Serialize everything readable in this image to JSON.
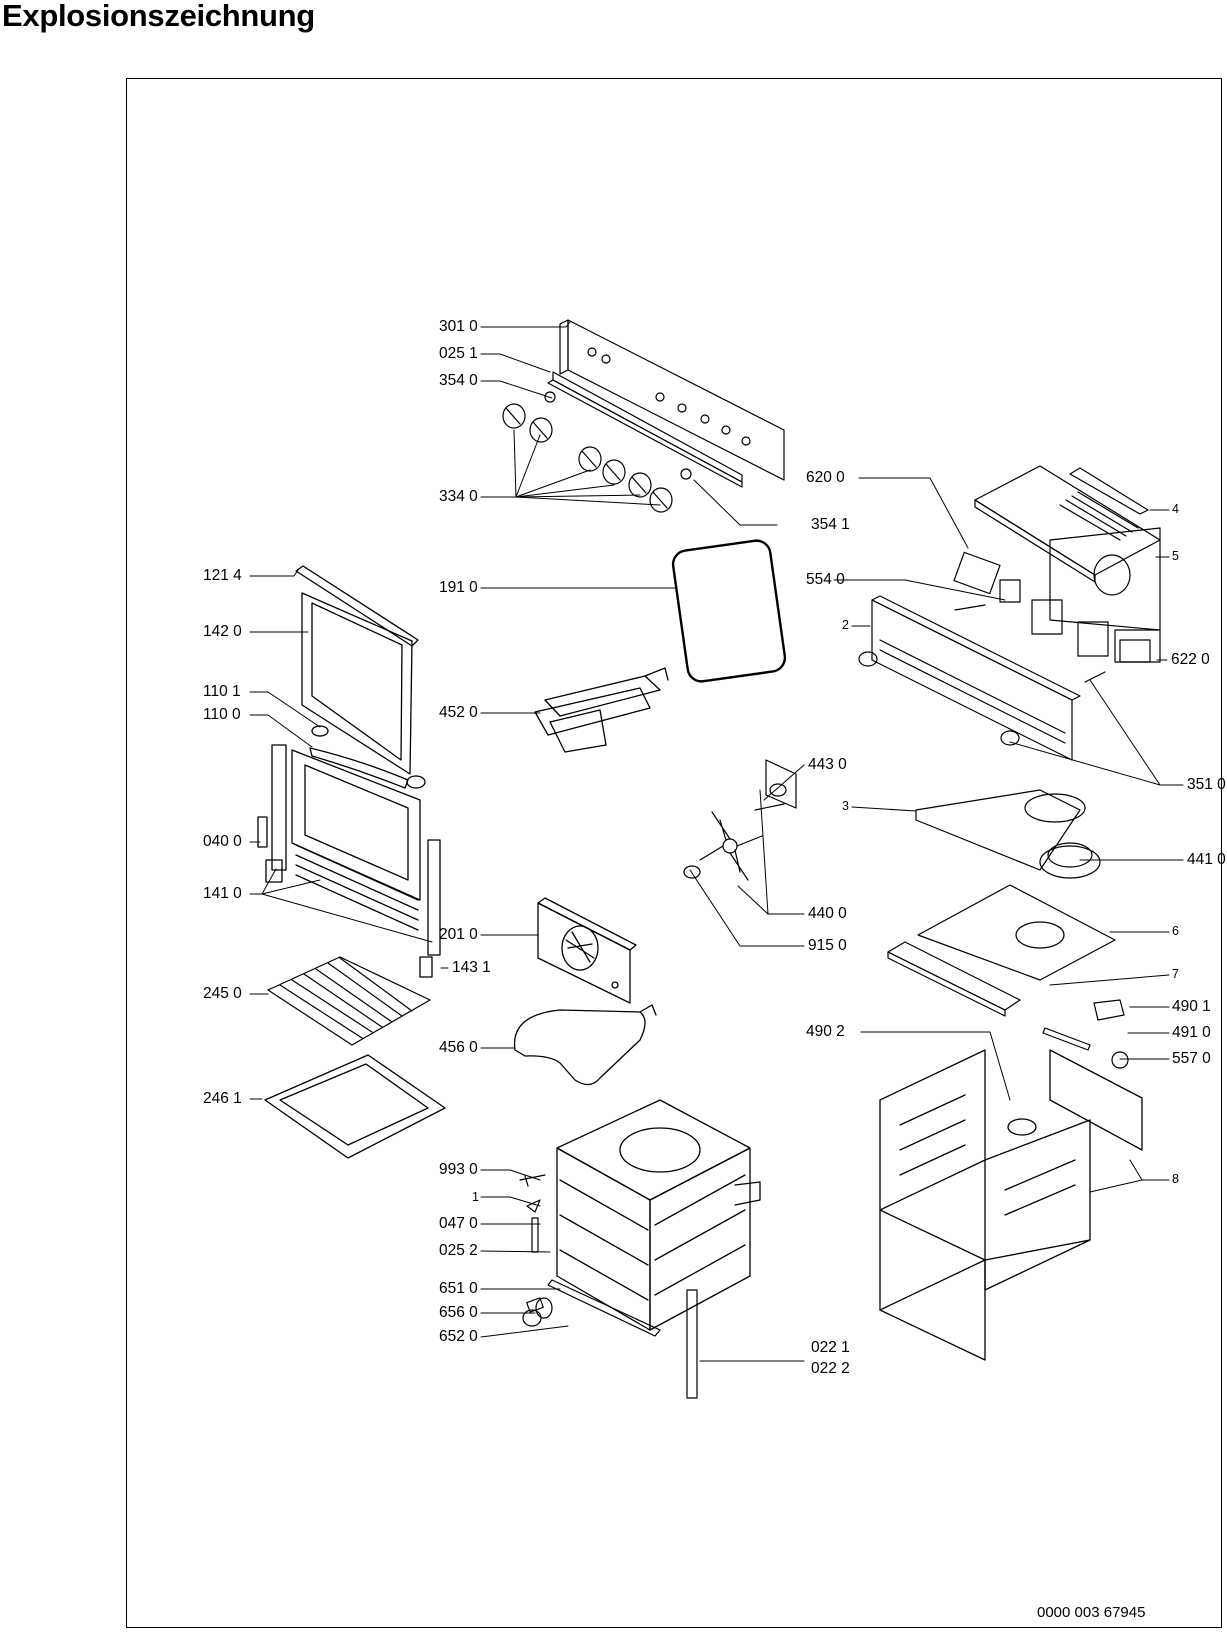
{
  "title": "Explosionszeichnung",
  "drawing_number": "0000 003 67945",
  "callouts": {
    "c3010": "301 0",
    "c0251": "025 1",
    "c3540": "354 0",
    "c3340": "334 0",
    "c3541": "354 1",
    "c1910": "191 0",
    "c4520": "452 0",
    "c2010": "201 0",
    "c4560": "456 0",
    "c9930": "993 0",
    "c1": "1",
    "c0470": "047 0",
    "c0252": "025 2",
    "c6510": "651 0",
    "c6560": "656 0",
    "c6520": "652 0",
    "c0221": "022 1",
    "c0222": "022 2",
    "c1214": "121 4",
    "c1420": "142 0",
    "c1101": "110 1",
    "c1100": "110 0",
    "c0400": "040 0",
    "c1410": "141 0",
    "c1431": "143 1",
    "c2450": "245 0",
    "c2461": "246 1",
    "c6200": "620 0",
    "c4": "4",
    "c5": "5",
    "c5540": "554 0",
    "c2": "2",
    "c6220": "622 0",
    "c3510": "351 0",
    "c4430": "443 0",
    "c3": "3",
    "c4410": "441 0",
    "c4400": "440 0",
    "c9150": "915 0",
    "c6": "6",
    "c7": "7",
    "c4901": "490 1",
    "c4902": "490 2",
    "c4910": "491 0",
    "c5570": "557 0",
    "c8": "8"
  }
}
